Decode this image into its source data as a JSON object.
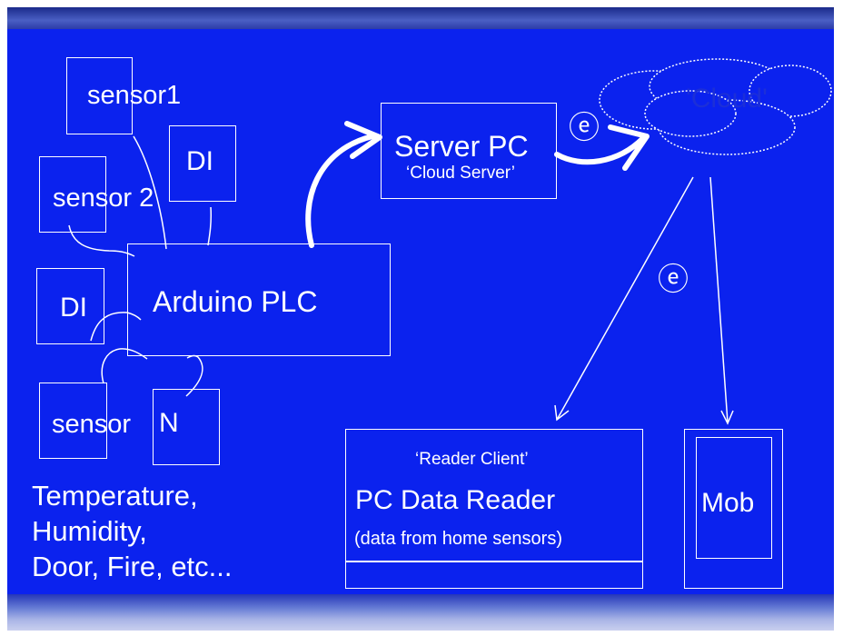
{
  "colors": {
    "background": "#0b22ee",
    "foreground": "#ffffff"
  },
  "nodes": {
    "sensor1": "sensor1",
    "sensor2": "sensor 2",
    "di_top": "DI",
    "di_left": "DI",
    "sensorN_a": "sensor",
    "sensorN_b": "N",
    "arduino": "Arduino PLC",
    "server": "Server PC",
    "server_sub": "‘Cloud Server’",
    "cloud": "'Cloud'",
    "reader_sub": "‘Reader Client’",
    "reader": "PC Data Reader",
    "reader_note": "(data from home sensors)",
    "mob": "Mob"
  },
  "icons": {
    "ethernet_1": "ⓔ",
    "ethernet_2": "ⓔ"
  },
  "caption": [
    "Temperature,",
    "Humidity,",
    "Door, Fire, etc..."
  ]
}
